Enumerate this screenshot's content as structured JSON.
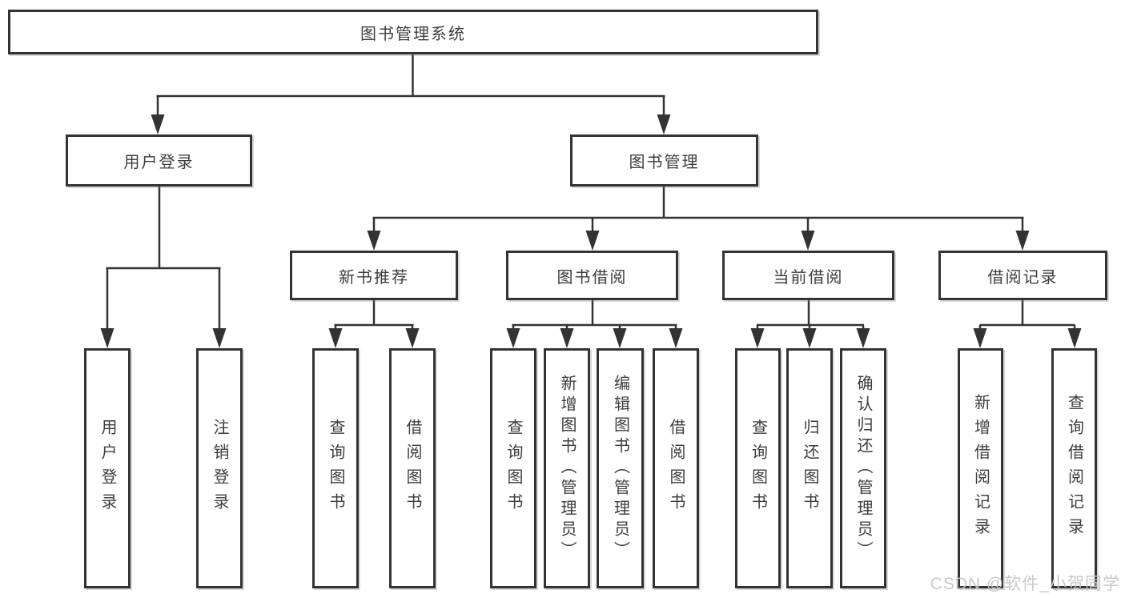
{
  "page": {
    "background": "#ffffff"
  },
  "colors": {
    "line": "#333333",
    "box_border": "#333333",
    "text": "#3d3d3d",
    "watermark": "#c6c6c6"
  },
  "watermark": {
    "text": "CSDN @软件_小贺同学"
  },
  "diagram": {
    "type": "hierarchy-tree",
    "root": {
      "label": "图书管理系统"
    },
    "level2": [
      {
        "label": "用户登录"
      },
      {
        "label": "图书管理"
      }
    ],
    "level3": [
      {
        "label": "新书推荐",
        "parent": "图书管理"
      },
      {
        "label": "图书借阅",
        "parent": "图书管理"
      },
      {
        "label": "当前借阅",
        "parent": "图书管理"
      },
      {
        "label": "借阅记录",
        "parent": "图书管理"
      }
    ],
    "leaves": [
      {
        "label": "用户登录",
        "parent": "用户登录"
      },
      {
        "label": "注销登录",
        "parent": "用户登录"
      },
      {
        "label": "查询图书",
        "parent": "新书推荐"
      },
      {
        "label": "借阅图书",
        "parent": "新书推荐"
      },
      {
        "label": "查询图书",
        "parent": "图书借阅"
      },
      {
        "label": "新增图书（管理员）",
        "parent": "图书借阅"
      },
      {
        "label": "编辑图书（管理员）",
        "parent": "图书借阅"
      },
      {
        "label": "借阅图书",
        "parent": "图书借阅"
      },
      {
        "label": "查询图书",
        "parent": "当前借阅"
      },
      {
        "label": "归还图书",
        "parent": "当前借阅"
      },
      {
        "label": "确认归还（管理员）",
        "parent": "当前借阅"
      },
      {
        "label": "新增借阅记录",
        "parent": "借阅记录"
      },
      {
        "label": "查询借阅记录",
        "parent": "借阅记录"
      }
    ]
  }
}
